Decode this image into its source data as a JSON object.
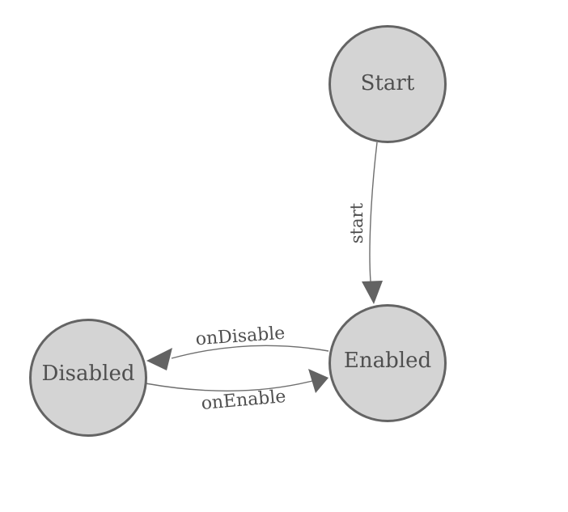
{
  "diagram": {
    "title": "state-machine-diagram",
    "background_color": "#ffffff",
    "colors": {
      "node_fill": "#d4d4d4",
      "node_stroke": "#646464",
      "edge_stroke": "#6e6e6e",
      "arrow_fill": "#636363",
      "label_text": "#4f4f4f"
    },
    "nodes": [
      {
        "id": "start",
        "label": "Start"
      },
      {
        "id": "enabled",
        "label": "Enabled"
      },
      {
        "id": "disabled",
        "label": "Disabled"
      }
    ],
    "edges": [
      {
        "id": "start-transition",
        "label": "start",
        "from": "Start",
        "to": "Enabled"
      },
      {
        "id": "ondisable-transition",
        "label": "onDisable",
        "from": "Enabled",
        "to": "Disabled"
      },
      {
        "id": "onenable-transition",
        "label": "onEnable",
        "from": "Disabled",
        "to": "Enabled"
      }
    ]
  }
}
